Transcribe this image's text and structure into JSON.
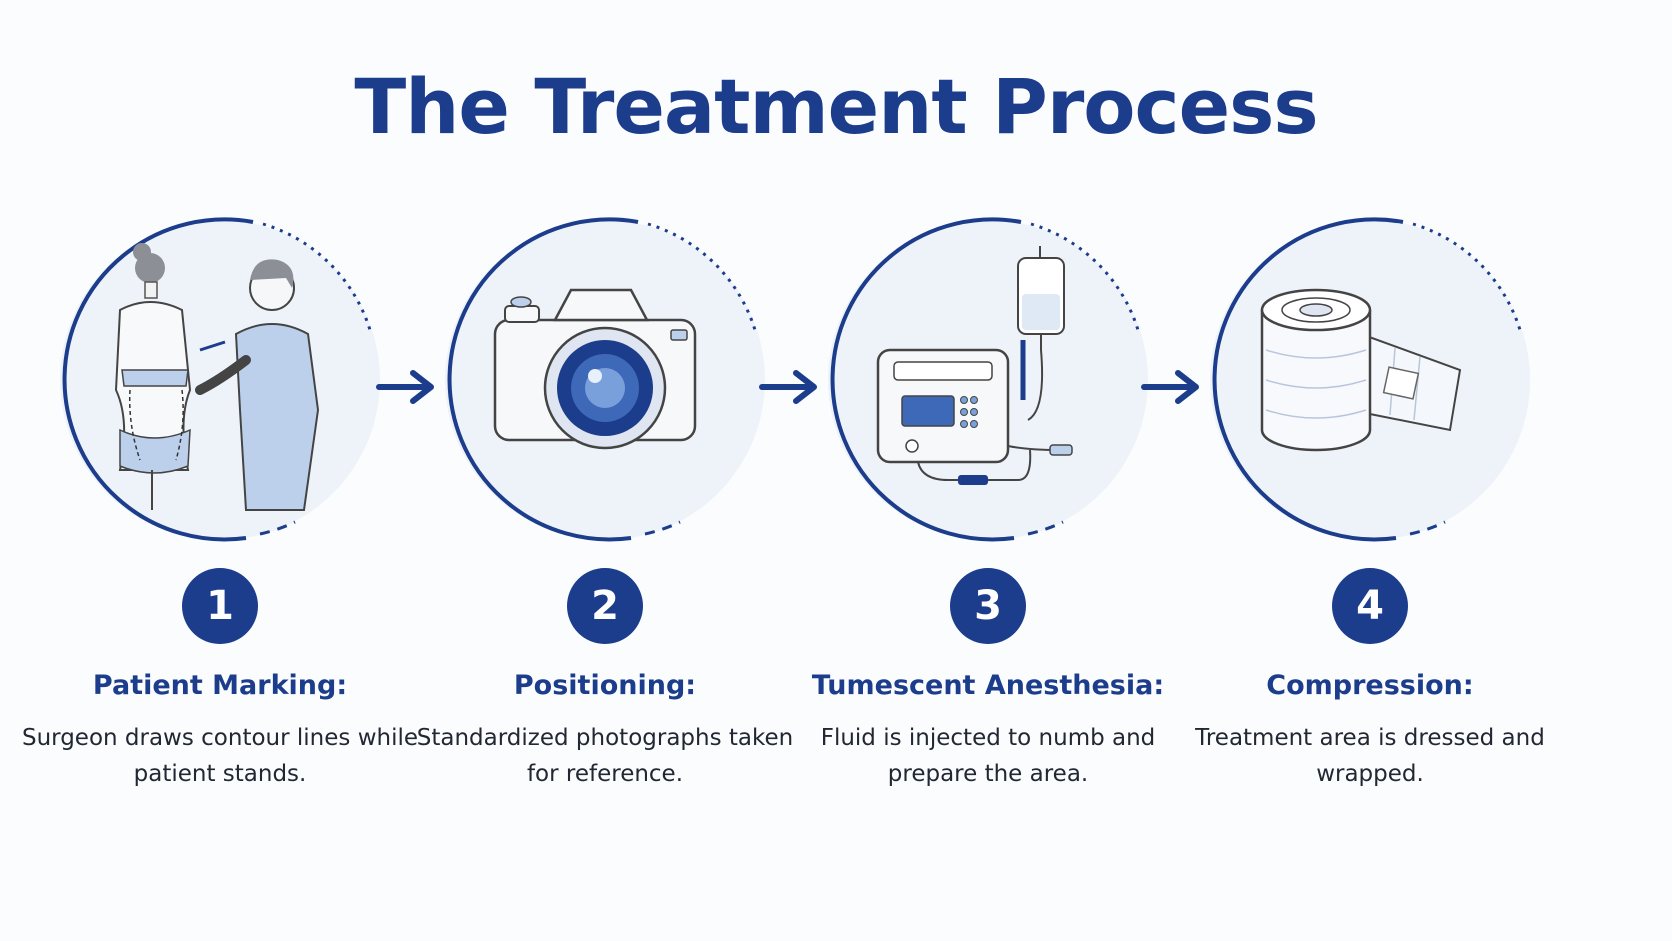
{
  "title": "The Treatment Process",
  "colors": {
    "primary": "#1c3c8c",
    "fill": "#e8eef8",
    "text": "#222833",
    "background": "#fbfcfe"
  },
  "steps": [
    {
      "number": "1",
      "title": "Patient Marking:",
      "description": "Surgeon draws contour lines while patient stands.",
      "icon": "patient-marking-illustration"
    },
    {
      "number": "2",
      "title": "Positioning:",
      "description": "Standardized photographs taken for reference.",
      "icon": "camera-icon"
    },
    {
      "number": "3",
      "title": "Tumescent Anesthesia:",
      "description": "Fluid is injected to numb and prepare the area.",
      "icon": "infusion-pump-icon"
    },
    {
      "number": "4",
      "title": "Compression:",
      "description": "Treatment area is dressed and wrapped.",
      "icon": "bandage-roll-icon"
    }
  ]
}
